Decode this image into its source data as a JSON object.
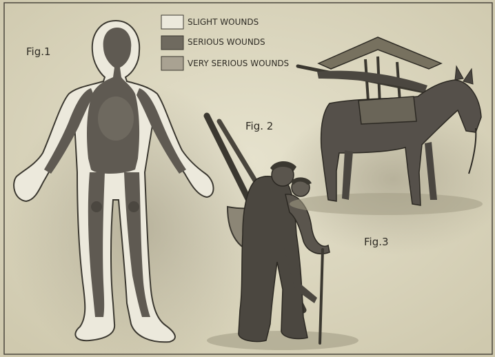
{
  "figures": {
    "fig1": "Fig.1",
    "fig2": "Fig. 2",
    "fig3": "Fig.3"
  },
  "legend": [
    {
      "label": "SLIGHT WOUNDS",
      "color": "#ece9dc"
    },
    {
      "label": "SERIOUS WOUNDS",
      "color": "#6f6a5f"
    },
    {
      "label": "VERY SERIOUS WOUNDS",
      "color": "#a9a292"
    }
  ],
  "colors": {
    "paper": "#d9d4bd",
    "ink": "#3b3830",
    "dark_zone": "#5f5a52",
    "light_zone": "#ece9dc"
  }
}
